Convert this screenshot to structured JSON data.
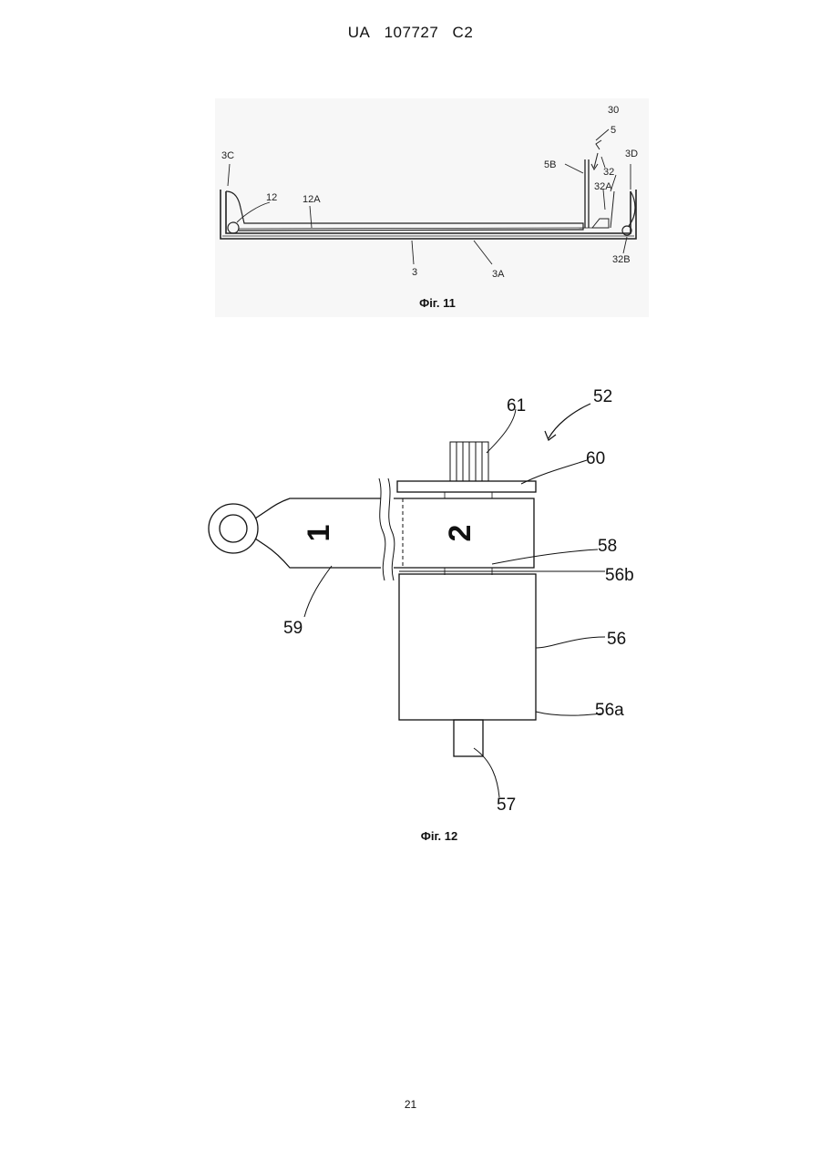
{
  "header": {
    "country": "UA",
    "number": "107727",
    "kind": "C2"
  },
  "fig11": {
    "caption": "Фіг. 11",
    "labels": {
      "l30": "30",
      "l5": "5",
      "l3C": "3C",
      "l3D": "3D",
      "l5B": "5B",
      "l32": "32",
      "l32A": "32A",
      "l12": "12",
      "l12A": "12A",
      "l3": "3",
      "l3A": "3A",
      "l32B": "32B"
    }
  },
  "fig12": {
    "caption": "Фіг. 12",
    "labels": {
      "l52": "52",
      "l61": "61",
      "l60": "60",
      "l58": "58",
      "l56b": "56b",
      "l56": "56",
      "l56a": "56a",
      "l59": "59",
      "l57": "57"
    },
    "segment_marks": {
      "m1": "1",
      "m2": "2"
    }
  },
  "page_number": "21"
}
